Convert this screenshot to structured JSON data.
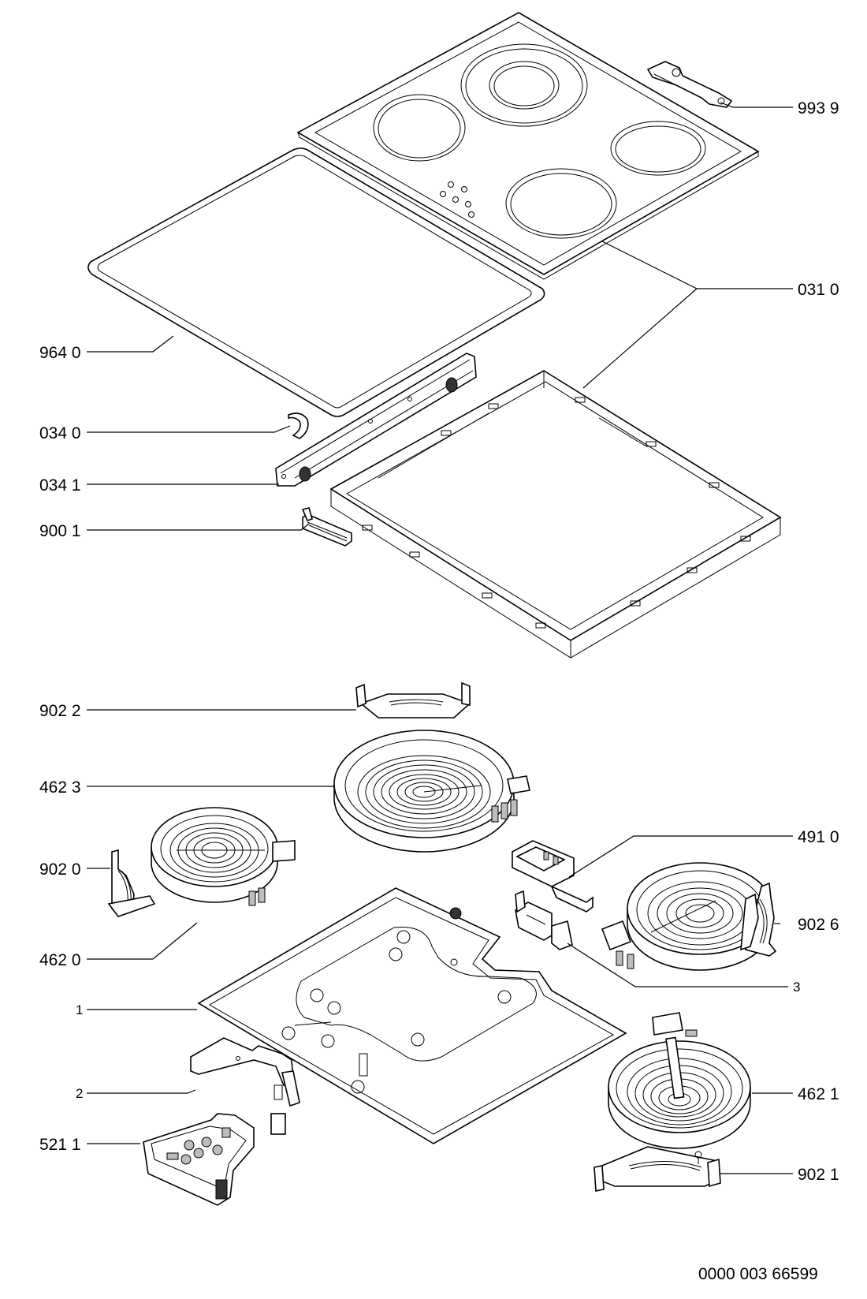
{
  "labels": {
    "p9939": "993 9",
    "p0310": "031 0",
    "p9640": "964 0",
    "p0340": "034 0",
    "p0341": "034 1",
    "p9001": "900 1",
    "p9022": "902 2",
    "p4623": "462 3",
    "p4910": "491 0",
    "p9020": "902 0",
    "p9026": "902 6",
    "p4620": "462 0",
    "p3": "3",
    "p1": "1",
    "p2": "2",
    "p4621": "462 1",
    "p5211": "521 1",
    "p9021": "902 1"
  },
  "footer": {
    "drawing_number": "0000 003 66599"
  }
}
